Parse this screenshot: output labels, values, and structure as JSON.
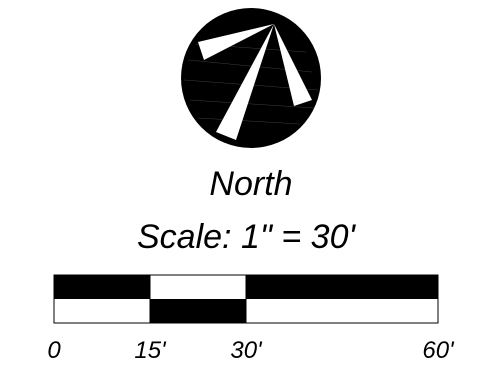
{
  "north_arrow": {
    "icon": "north-arrow-icon",
    "label": "North"
  },
  "scale": {
    "label": "Scale: 1\" = 30'",
    "bar_segments": [
      {
        "from": 0,
        "to": 15,
        "fill": "black",
        "row": "upper"
      },
      {
        "from": 15,
        "to": 30,
        "fill": "black",
        "row": "lower"
      },
      {
        "from": 30,
        "to": 60,
        "fill": "black",
        "row": "upper"
      }
    ],
    "ticks": [
      {
        "value": 0,
        "label": "0"
      },
      {
        "value": 15,
        "label": "15'"
      },
      {
        "value": 30,
        "label": "30'"
      },
      {
        "value": 60,
        "label": "60'"
      }
    ]
  },
  "colors": {
    "ink": "#000000",
    "paper": "#ffffff"
  }
}
